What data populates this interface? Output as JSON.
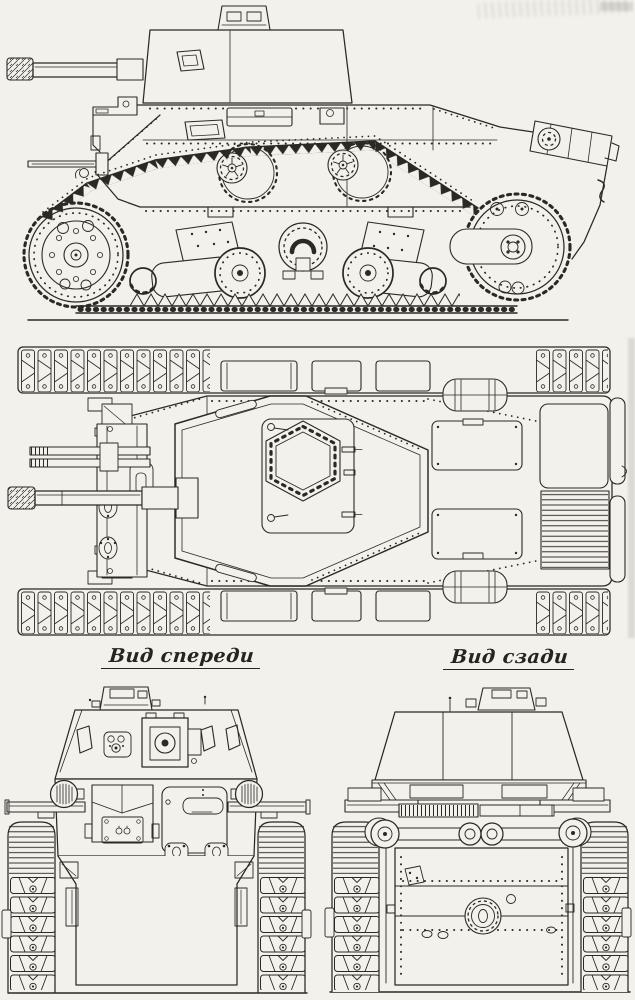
{
  "page": {
    "paper_color": "#f2f1ec",
    "ink_color": "#2a2924",
    "kind": "scanned tank blueprint, four orthographic views"
  },
  "labels": {
    "front_view": "Вид спереди",
    "rear_view": "Вид сзади"
  },
  "views": {
    "side": "side elevation, gun facing left",
    "top": "plan view, gun facing left",
    "front": "front elevation",
    "rear": "rear elevation"
  }
}
